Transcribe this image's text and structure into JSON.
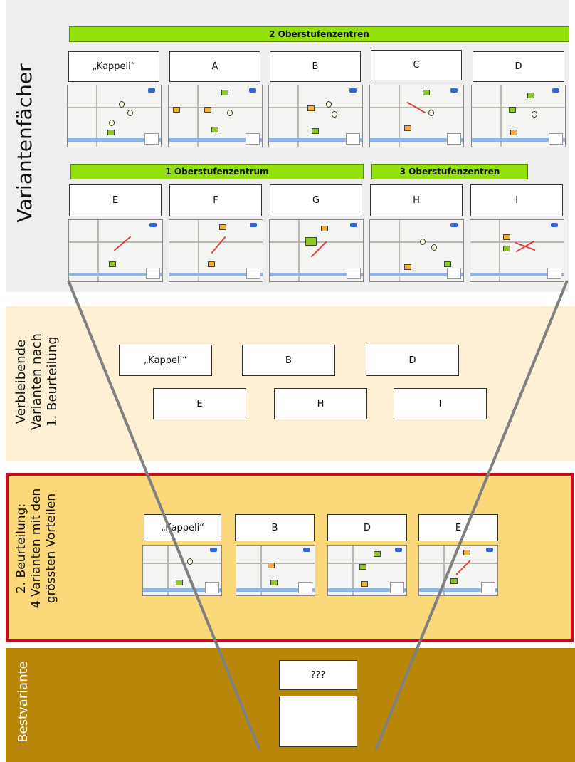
{
  "sections": {
    "fan_label": "Variantenfächer",
    "remaining_label": "Verbleibende\nVarianten nach\n1. Beurteilung",
    "second_label": "2. Beurteilung:\n4 Varianten mit den\ngrössten Vorteilen",
    "best_label": "Bestvariante"
  },
  "groups": {
    "two_centres": "2 Oberstufenzentren",
    "one_centre": "1 Oberstufenzentrum",
    "three_centres": "3 Oberstufenzentren"
  },
  "fan_row1": [
    "„Kappeli“",
    "A",
    "B",
    "C",
    "D"
  ],
  "fan_row2": [
    "E",
    "F",
    "G",
    "H",
    "I"
  ],
  "remaining_row1": [
    "„Kappeli“",
    "B",
    "D"
  ],
  "remaining_row2": [
    "E",
    "H",
    "I"
  ],
  "finalists": [
    "„Kappeli“",
    "B",
    "D",
    "E"
  ],
  "best": "???",
  "colors": {
    "fan_bg": "#eeeeee",
    "remaining_bg": "#fdf0d4",
    "finalists_bg": "#fbd97a",
    "finalists_border": "#cc0a1e",
    "best_bg": "#b8870a",
    "group_bar": "#93e00a",
    "funnel_line": "#808080"
  }
}
